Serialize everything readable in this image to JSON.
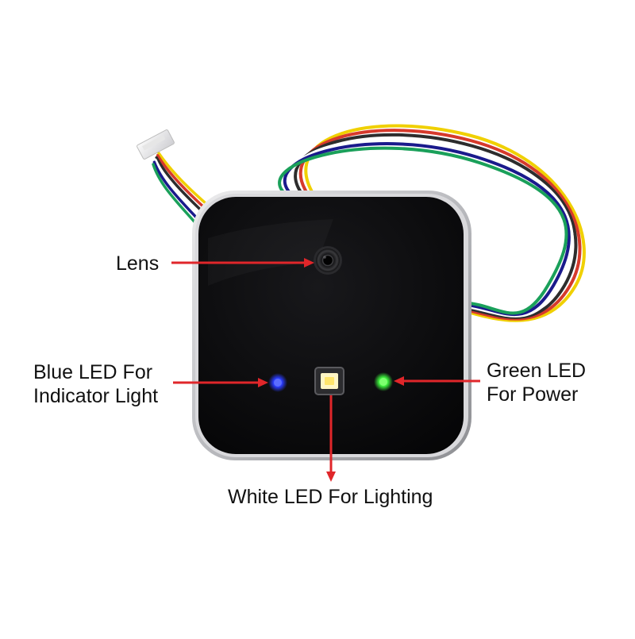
{
  "colors": {
    "arrow": "#e0262a",
    "background": "#ffffff",
    "panel": "#0a0a0b",
    "bezel": "#c9c9cc",
    "blue_led": "#2a3cff",
    "green_led": "#3ef23e",
    "white_led": "#ffe889"
  },
  "wire_colors": [
    "#f0d000",
    "#d63a2c",
    "#2d2d2d",
    "#ffffff",
    "#1a1a8c",
    "#1aa05a"
  ],
  "callouts": {
    "lens": "Lens",
    "blue_led": {
      "line1": "Blue LED For",
      "line2": "Indicator Light"
    },
    "green_led": {
      "line1": "Green LED",
      "line2": "For Power"
    },
    "white_led": "White LED For Lighting"
  }
}
